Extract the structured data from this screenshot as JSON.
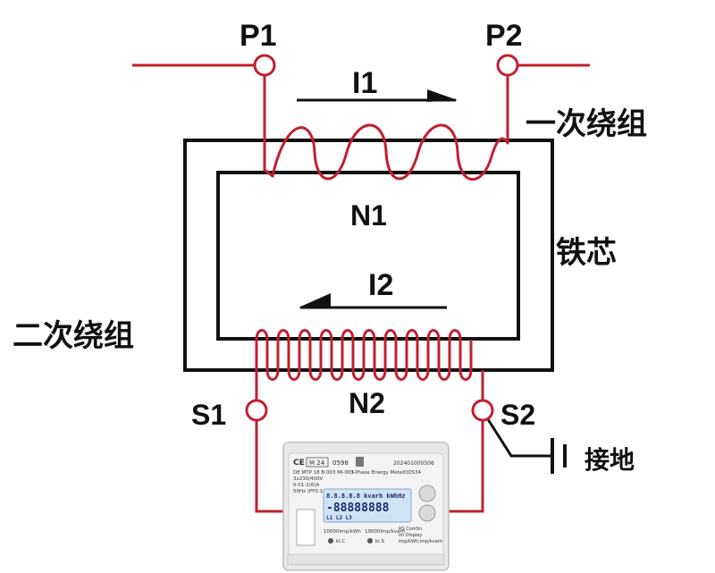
{
  "labels": {
    "p1": "P1",
    "p2": "P2",
    "i1": "I1",
    "i2": "I2",
    "n1": "N1",
    "n2": "N2",
    "s1": "S1",
    "s2": "S2",
    "primary_winding": "一次绕组",
    "secondary_winding": "二次绕组",
    "iron_core": "铁芯",
    "ground": "接地"
  },
  "meter": {
    "ce_mark": "CE",
    "model_box": "M 24",
    "code": "0598",
    "line1": "DE MTP 18 B 003 MI-003",
    "line2": "3x230/400V",
    "line3": "0.01-1(6)A",
    "line4": "50Hz (PF0.14)",
    "title": "3-Phase Energy Meter",
    "model": "DDS34",
    "serial": "202401000506",
    "lcd_top": "8.8.8.8.8 kvarh kWhHz",
    "lcd_main": "-88888888",
    "lcd_phases": "L1 L2 L3",
    "imp_kwh": "10000imp/kWh",
    "imp_kvarh": "10000imp/kvarh",
    "led_kl": "kl.C",
    "led_kl3": "kl.S",
    "comm_text": "RS ComSn",
    "display_text": "im Display",
    "unit_text": "imp/kWh,imp/kvarh"
  },
  "colors": {
    "wire": "#c0202e",
    "core": "#111111",
    "text": "#111111"
  }
}
